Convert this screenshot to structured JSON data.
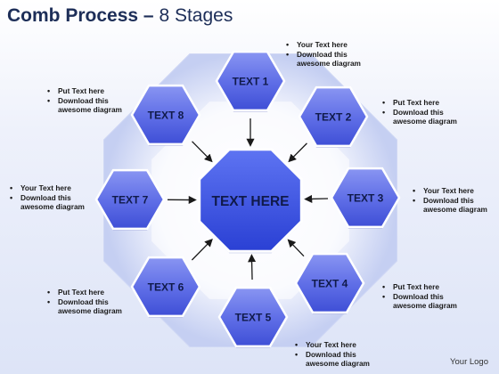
{
  "title": {
    "main": "Comb Process",
    "dash": "–",
    "sub": "8 Stages"
  },
  "center": {
    "label": "TEXT HERE"
  },
  "stages": [
    {
      "label": "TEXT 1"
    },
    {
      "label": "TEXT 2"
    },
    {
      "label": "TEXT 3"
    },
    {
      "label": "TEXT 4"
    },
    {
      "label": "TEXT 5"
    },
    {
      "label": "TEXT 6"
    },
    {
      "label": "TEXT 7"
    },
    {
      "label": "TEXT 8"
    }
  ],
  "notes": [
    {
      "lines": [
        "Your Text here",
        "Download this",
        "awesome diagram"
      ]
    },
    {
      "lines": [
        "Put Text here",
        "Download this",
        "awesome diagram"
      ]
    },
    {
      "lines": [
        "Your Text here",
        "Download this",
        "awesome diagram"
      ]
    },
    {
      "lines": [
        "Put Text here",
        "Download this",
        "awesome diagram"
      ]
    },
    {
      "lines": [
        "Your Text here",
        "Download this",
        "awesome diagram"
      ]
    },
    {
      "lines": [
        "Put Text here",
        "Download this",
        "awesome diagram"
      ]
    },
    {
      "lines": [
        "Your Text here",
        "Download this",
        "awesome diagram"
      ]
    },
    {
      "lines": [
        "Put Text here",
        "Download this",
        "awesome diagram"
      ]
    }
  ],
  "logo": "Your Logo",
  "colors": {
    "hex_fill": "#6674ea",
    "hex_dark": "#3442c8",
    "center_fill": "#3d55e6",
    "ring": "#c9d2f3",
    "label": "#101a4a",
    "title": "#1d2e58"
  }
}
